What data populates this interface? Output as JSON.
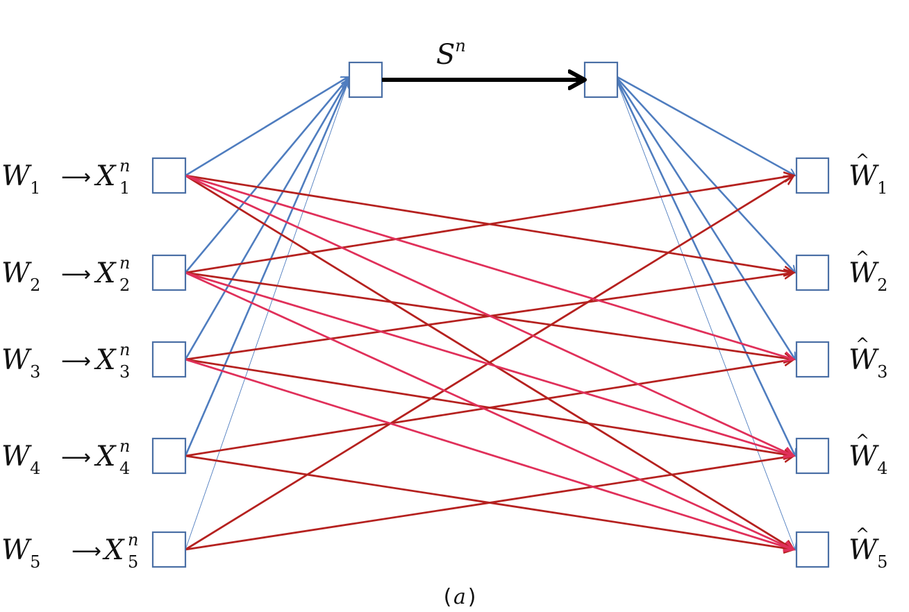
{
  "diagram": {
    "source_labels": [
      {
        "w": "W",
        "w_sub": "1",
        "x": "X",
        "x_sub": "1",
        "x_sup": "n"
      },
      {
        "w": "W",
        "w_sub": "2",
        "x": "X",
        "x_sub": "2",
        "x_sup": "n"
      },
      {
        "w": "W",
        "w_sub": "3",
        "x": "X",
        "x_sub": "3",
        "x_sup": "n"
      },
      {
        "w": "W",
        "w_sub": "4",
        "x": "X",
        "x_sub": "4",
        "x_sup": "n"
      },
      {
        "w": "W",
        "w_sub": "5",
        "x": "X",
        "x_sub": "5",
        "x_sup": "n"
      }
    ],
    "arrow_glyph": "⟶",
    "state_label": {
      "base": "S",
      "sup": "n"
    },
    "decoded_labels": [
      {
        "hat": "^",
        "w": "W",
        "w_sub": "1"
      },
      {
        "hat": "^",
        "w": "W",
        "w_sub": "2"
      },
      {
        "hat": "^",
        "w": "W",
        "w_sub": "3"
      },
      {
        "hat": "^",
        "w": "W",
        "w_sub": "4"
      },
      {
        "hat": "^",
        "w": "W",
        "w_sub": "5"
      }
    ],
    "caption": {
      "open": "(",
      "var": "a",
      "close": ")"
    },
    "colors": {
      "node_stroke": "#4a6fa5",
      "blue_edge": "#4f7dbf",
      "dark_red_edge": "#b5211f",
      "pink_edge": "#e0305a",
      "state_link": "#000000"
    }
  }
}
